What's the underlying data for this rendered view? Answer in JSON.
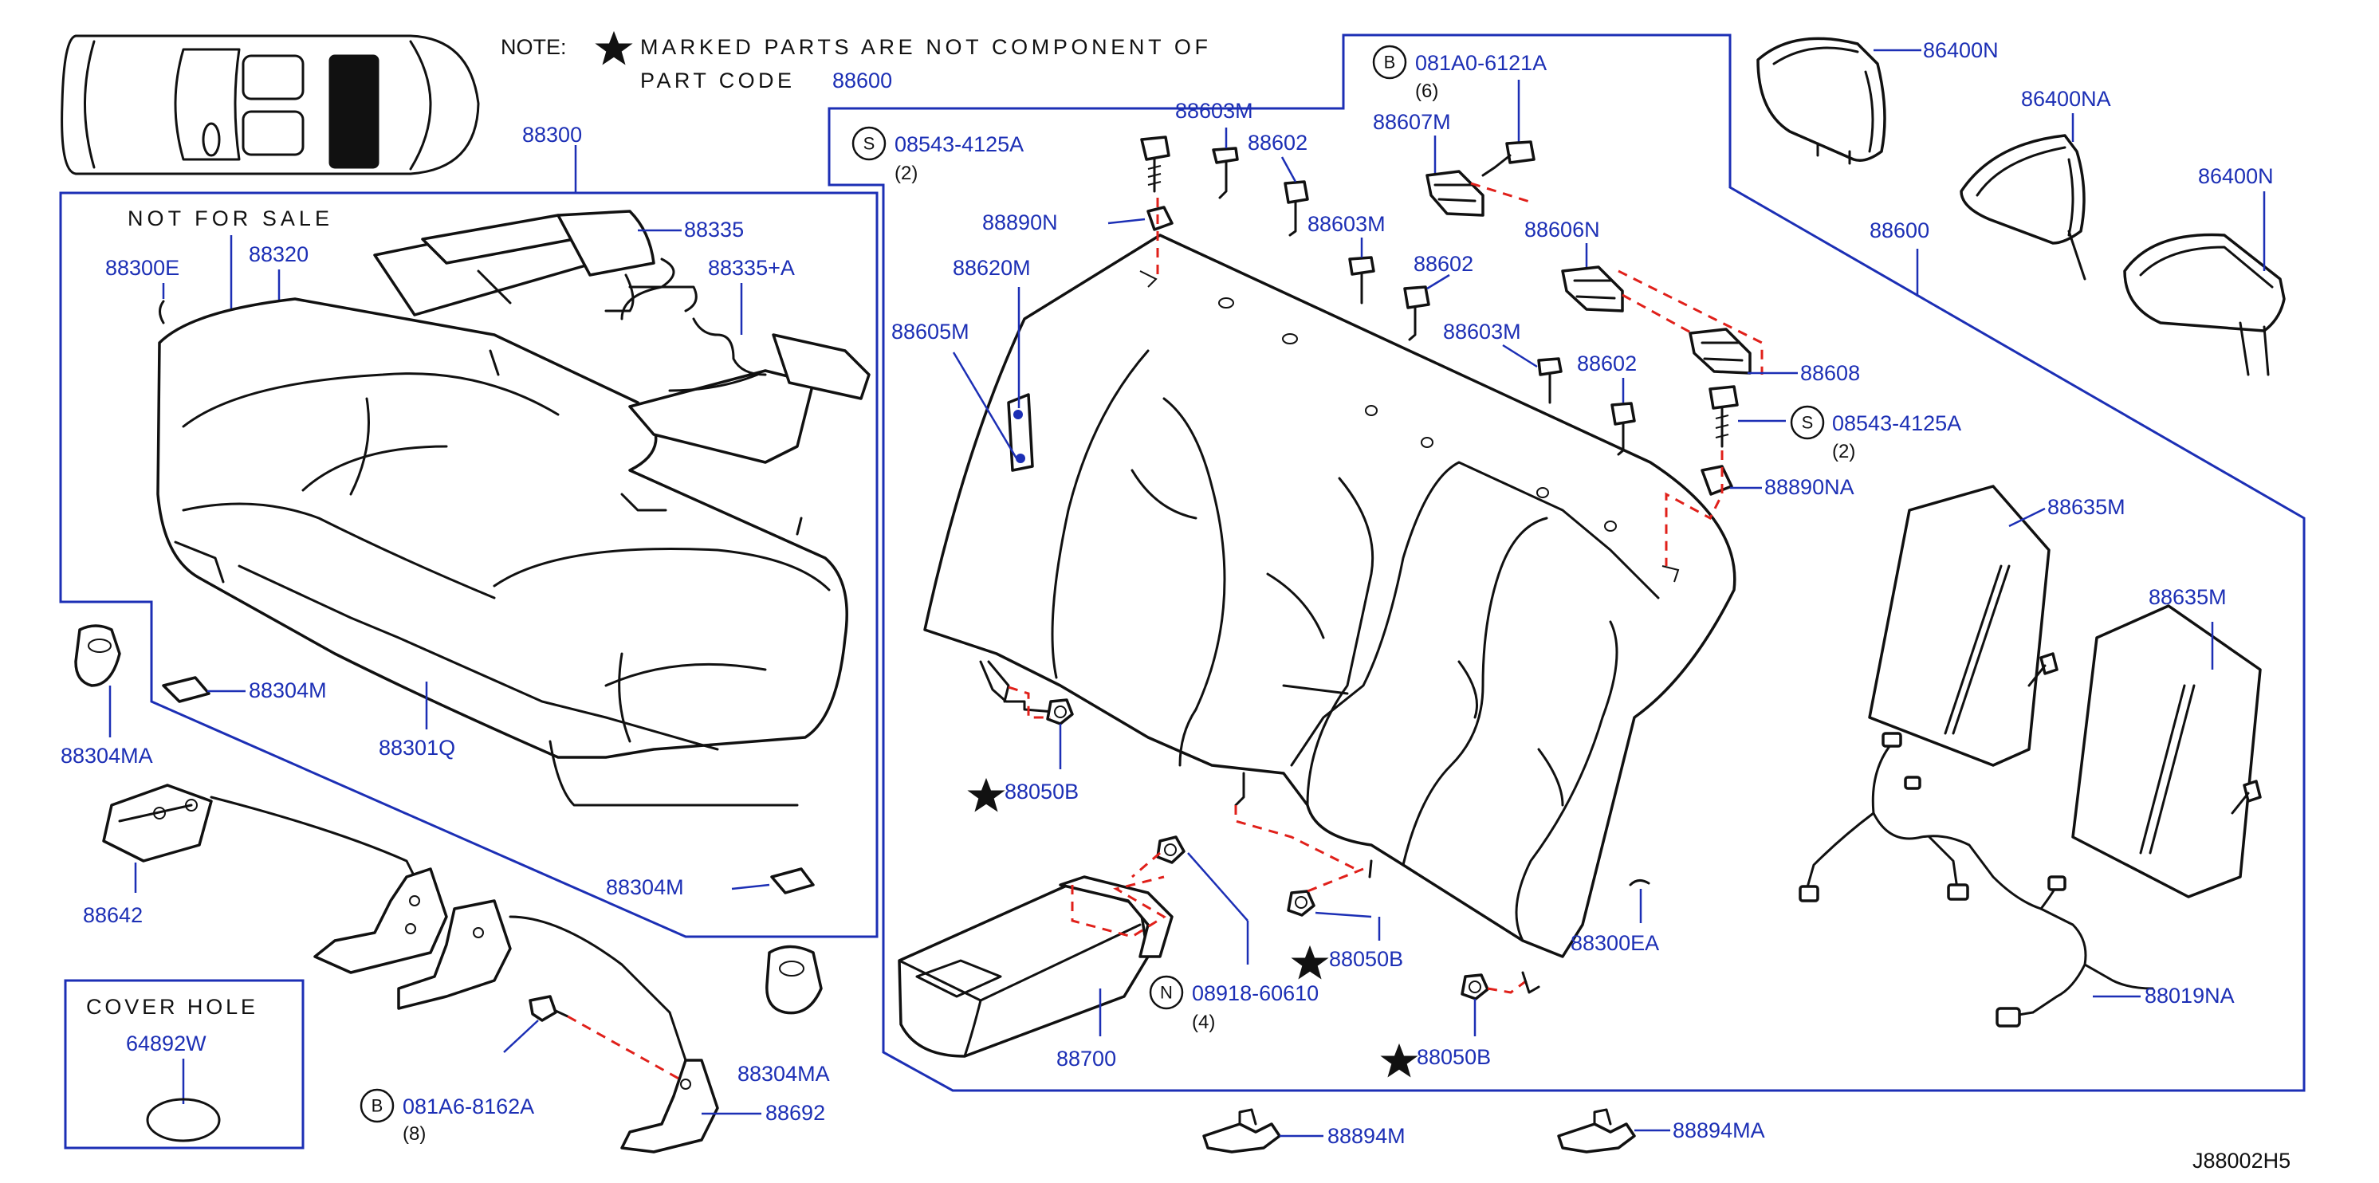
{
  "note": {
    "prefix": "NOTE:",
    "line1": "MARKED PARTS ARE NOT COMPONENT OF",
    "line2_prefix": "PART CODE",
    "line2_code": "88600"
  },
  "not_for_sale": "NOT FOR SALE",
  "cover_hole": {
    "title": "COVER HOLE",
    "code": "64892W"
  },
  "drawing_number": "J88002H5",
  "parts": {
    "p88300": "88300",
    "p88300E": "88300E",
    "p88320": "88320",
    "p88335": "88335",
    "p88335A": "88335+A",
    "p88304M_a": "88304M",
    "p88304MA_a": "88304MA",
    "p88301Q": "88301Q",
    "p88304M_b": "88304M",
    "p88642": "88642",
    "p88692": "88692",
    "p88304MA_b": "88304MA",
    "p88700": "88700",
    "p88600": "88600",
    "p88603M_a": "88603M",
    "p88602_a": "88602",
    "p88607M": "88607M",
    "p88890N": "88890N",
    "p88620M": "88620M",
    "p88605M": "88605M",
    "p88603M_b": "88603M",
    "p88602_b": "88602",
    "p88606N": "88606N",
    "p88603M_c": "88603M",
    "p88602_c": "88602",
    "p88608": "88608",
    "p88890NA": "88890NA",
    "p88050B_a": "88050B",
    "p88050B_b": "88050B",
    "p88050B_c": "88050B",
    "p88300EA": "88300EA",
    "p86400N": "86400N",
    "p86400NA": "86400NA",
    "p86400N_b": "86400N",
    "p88635M_a": "88635M",
    "p88635M_b": "88635M",
    "p88019NA": "88019NA",
    "p88894M": "88894M",
    "p88894MA": "88894MA"
  },
  "fasteners": {
    "b_top": {
      "prefix": "B",
      "code": "081A0-6121A",
      "qty": "(6)"
    },
    "s_left": {
      "prefix": "S",
      "code": "08543-4125A",
      "qty": "(2)"
    },
    "s_right": {
      "prefix": "S",
      "code": "08543-4125A",
      "qty": "(2)"
    },
    "n_mid": {
      "prefix": "N",
      "code": "08918-60610",
      "qty": "(4)"
    },
    "b_bottom": {
      "prefix": "B",
      "code": "081A6-8162A",
      "qty": "(8)"
    }
  },
  "colors": {
    "label": "#1c2fb5",
    "line": "#111111",
    "dash": "#e0201a"
  }
}
